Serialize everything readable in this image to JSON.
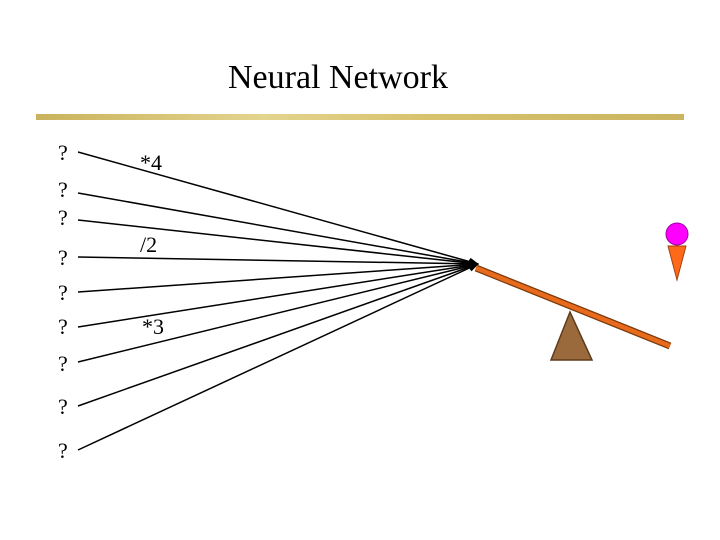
{
  "slide": {
    "title": "Neural Network"
  },
  "inputs": [
    {
      "label": "?"
    },
    {
      "label": "?"
    },
    {
      "label": "?"
    },
    {
      "label": "?"
    },
    {
      "label": "?"
    },
    {
      "label": "?"
    },
    {
      "label": "?"
    },
    {
      "label": "?"
    },
    {
      "label": "?"
    }
  ],
  "weights": [
    {
      "label": "*4"
    },
    {
      "label": "/2"
    },
    {
      "label": "*3"
    }
  ],
  "colors": {
    "title_rule": "#d8c26e",
    "beam": "#e86a1c",
    "fulcrum": "#9b6a3c",
    "ball": "#ff00ff",
    "cone": "#ff6a1a",
    "lines": "#000000"
  }
}
